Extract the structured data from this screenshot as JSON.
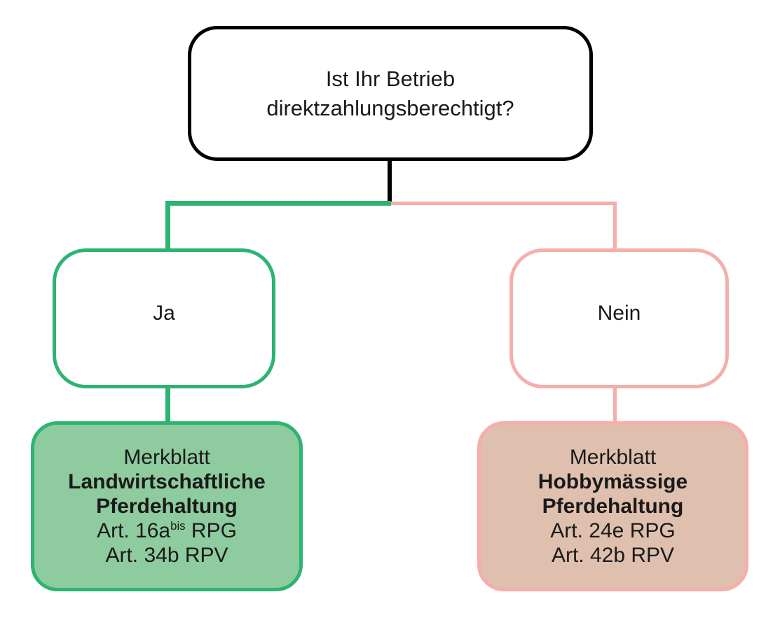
{
  "diagram": {
    "type": "decision-flowchart",
    "language": "de",
    "background_color": "#ffffff",
    "text_color": "#1a1a1a"
  },
  "root": {
    "line1": "Ist Ihr Betrieb",
    "line2": "direktzahlungsberechtigt?",
    "border_color": "#000000",
    "fill_color": "#ffffff"
  },
  "branches": {
    "yes": {
      "label": "Ja",
      "border_color": "#2db472",
      "fill_color": "#ffffff",
      "connector_color": "#2db472"
    },
    "no": {
      "label": "Nein",
      "border_color": "#f5aeab",
      "fill_color": "#ffffff",
      "connector_color": "#f5aeab"
    }
  },
  "results": {
    "agricultural": {
      "kicker": "Merkblatt",
      "title_line1": "Landwirtschaftliche",
      "title_line2": "Pferdehaltung",
      "reference1_prefix": "Art. 16a",
      "reference1_sup": "bis",
      "reference1_suffix": " RPG",
      "reference2": "Art. 34b RPV",
      "fill_color": "#8ecb9e",
      "border_color": "#2db472"
    },
    "hobby": {
      "kicker": "Merkblatt",
      "title_line1": "Hobbymässige",
      "title_line2": "Pferdehaltung",
      "reference1": "Art. 24e RPG",
      "reference2": "Art. 42b RPV",
      "fill_color": "#dfc0ae",
      "border_color": "#f5aeab"
    }
  }
}
